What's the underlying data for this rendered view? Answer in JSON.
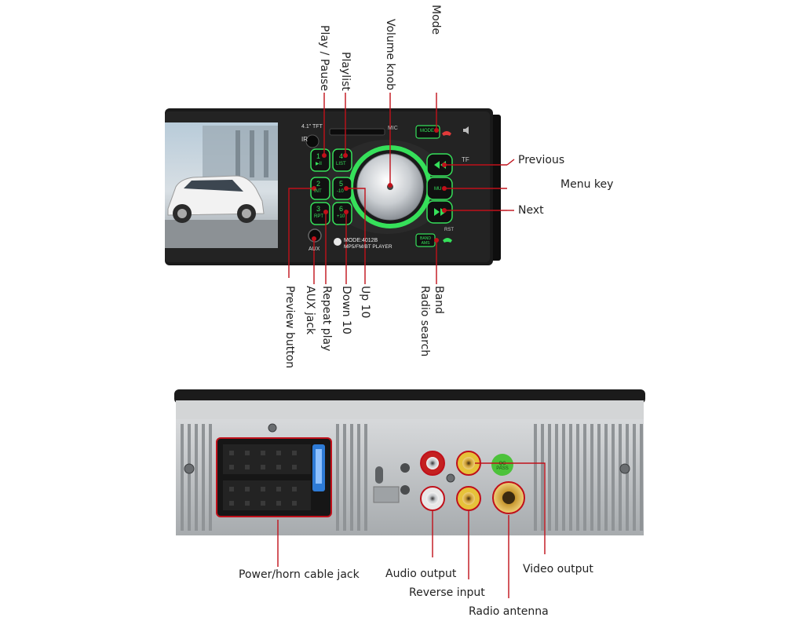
{
  "front_panel": {
    "screen_size_text": "4.1\" TFT",
    "ir_text": "IR",
    "mic_text": "MIC",
    "mode_button_text": "MODE",
    "tf_text": "TF",
    "aux_text": "AUX",
    "rst_text": "RST",
    "band_button_text": "BAND AMS",
    "model_text": "MODE:4012B",
    "player_text": "MP5/FM/BT PLAYER",
    "keys": [
      {
        "num": "1",
        "sub": "▶II"
      },
      {
        "num": "2",
        "sub": "INT"
      },
      {
        "num": "3",
        "sub": "RPT"
      },
      {
        "num": "4",
        "sub": "LIST"
      },
      {
        "num": "5",
        "sub": "-10"
      },
      {
        "num": "6",
        "sub": "+10"
      }
    ],
    "mu_text": "MU"
  },
  "back_panel": {
    "sticker_text": "QC PASS"
  },
  "callouts": {
    "mode": "Mode",
    "play_pause": "Play / Pause",
    "playlist": "Playlist",
    "volume_knob": "Volume knob",
    "previous": "Previous",
    "menu_key": "Menu key",
    "next": "Next",
    "preview_button": "Preview button",
    "aux_jack": "AUX jack",
    "repeat_play": "Repeat play",
    "down_10": "Down 10",
    "up_10": "Up 10",
    "band": "Band",
    "radio_search": "Radio search",
    "power_horn": "Power/horn cable jack",
    "audio_output": "Audio output",
    "reverse_input": "Reverse input",
    "radio_antenna": "Radio antenna",
    "video_output": "Video output"
  },
  "colors": {
    "callout_line": "#c0101a",
    "key_glow": "#36e05a",
    "panel": "#1a1a1a",
    "chassis": "#b9bcbe"
  }
}
